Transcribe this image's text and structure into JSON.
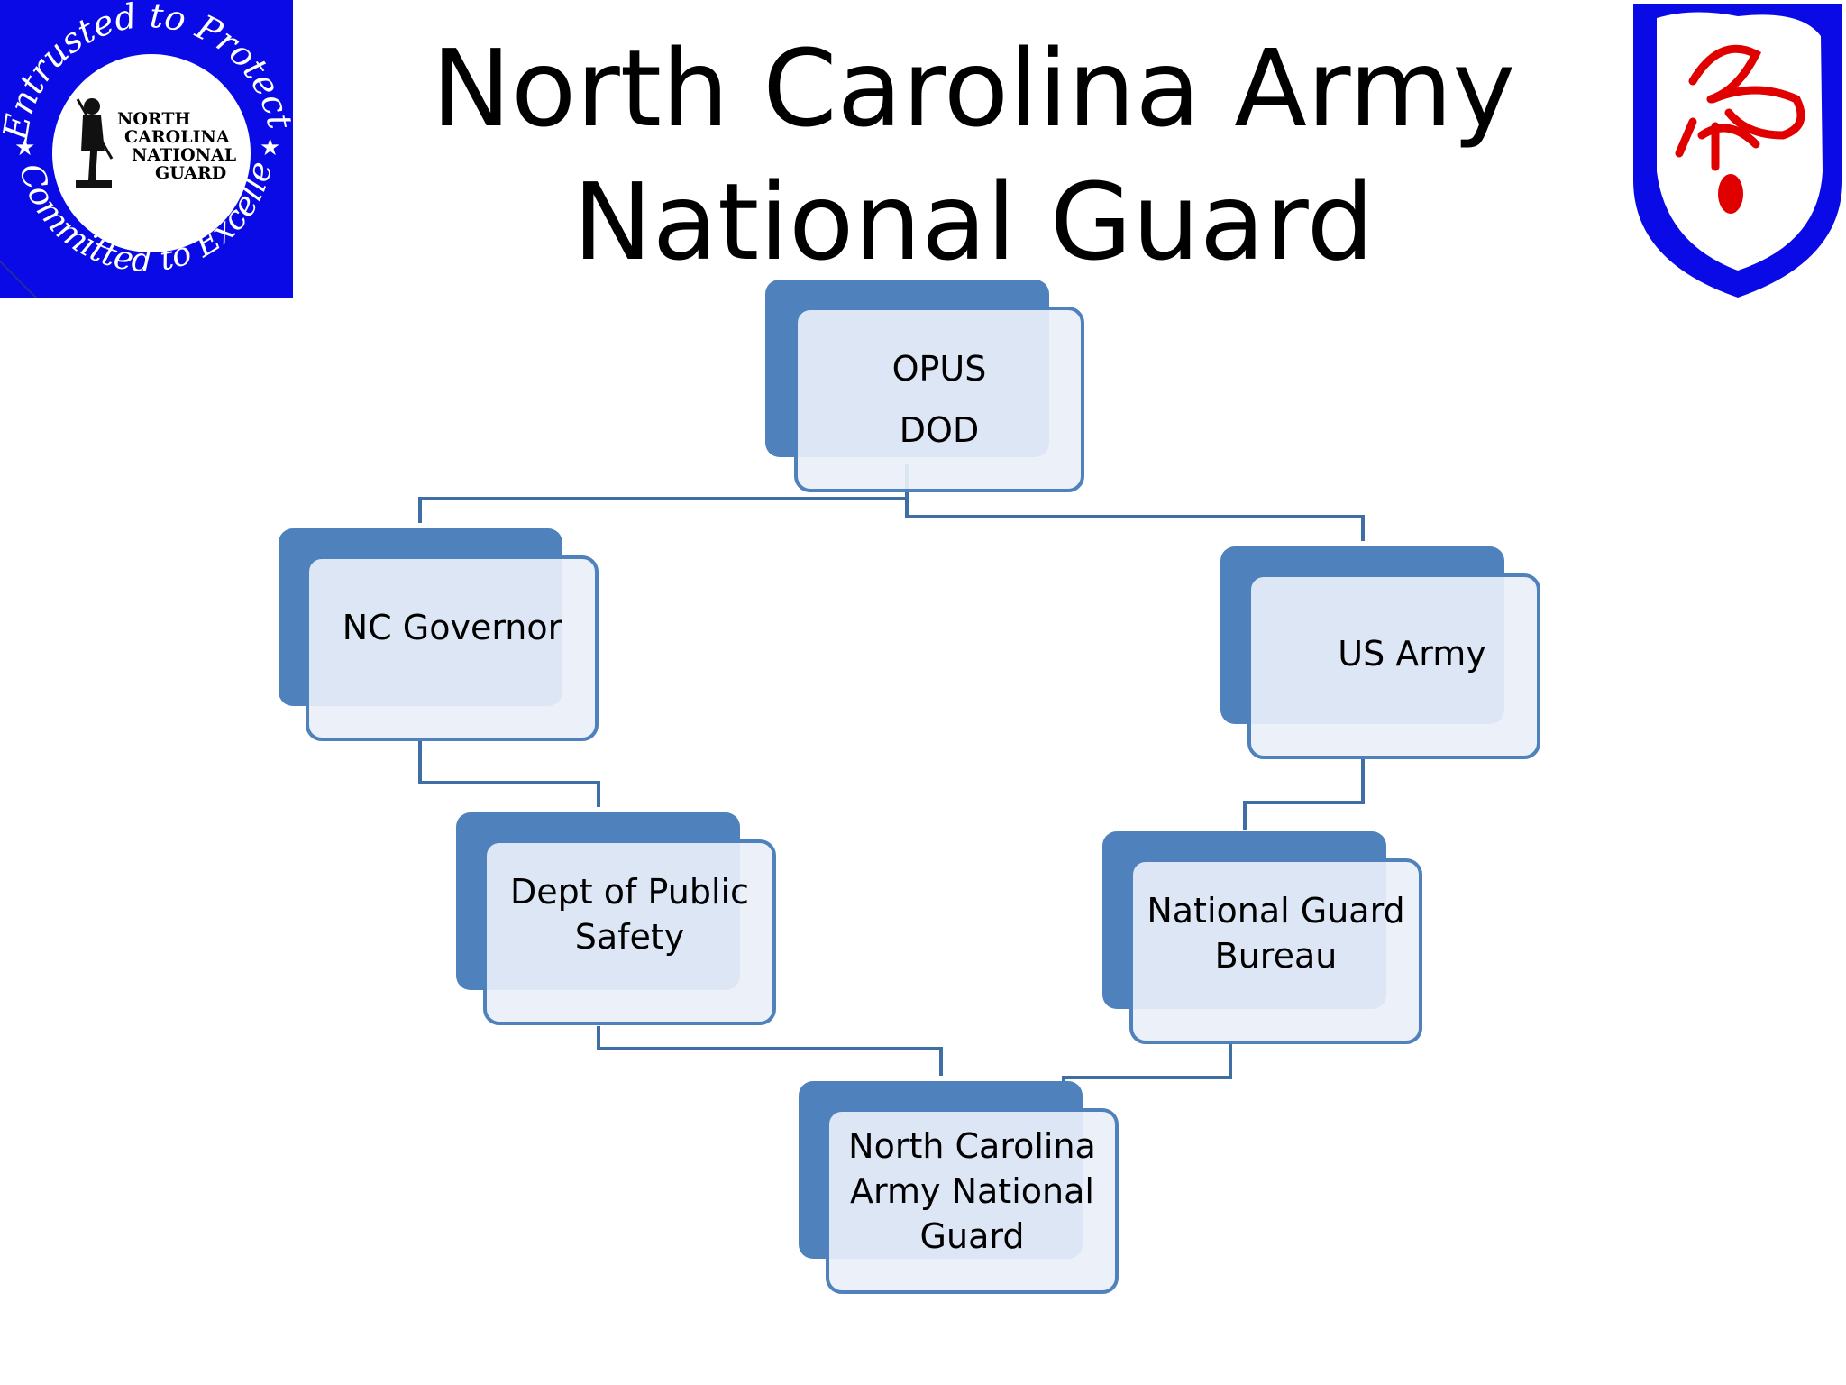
{
  "slide": {
    "title_line1": "North Carolina Army",
    "title_line2": "National Guard"
  },
  "seal": {
    "outer_top_text": "Entrusted to Protect",
    "outer_bottom_text": "Committed to Excellence",
    "inner_line1": "NORTH",
    "inner_line2": "CAROLINA",
    "inner_line3": "NATIONAL",
    "inner_line4": "GUARD",
    "colors": {
      "background": "#0a0ae6",
      "inner": "#ffffff"
    }
  },
  "shield": {
    "icon": "hornet-shield-icon",
    "colors": {
      "border": "#0a0ae6",
      "fill": "#ffffff",
      "insignia": "#e00000"
    }
  },
  "nodes": {
    "opus": {
      "line1": "OPUS",
      "line2": "DOD"
    },
    "governor": {
      "line1": "NC Governor"
    },
    "army": {
      "line1": "US Army"
    },
    "dps": {
      "line1": "Dept of Public",
      "line2": "Safety"
    },
    "ngb": {
      "line1": "National Guard",
      "line2": "Bureau"
    },
    "ncarng": {
      "line1": "North Carolina",
      "line2": "Army National",
      "line3": "Guard"
    }
  },
  "colors": {
    "node_fill": "#4f81bd",
    "node_front": "#e9eff8",
    "connector": "#3f6ea5"
  }
}
